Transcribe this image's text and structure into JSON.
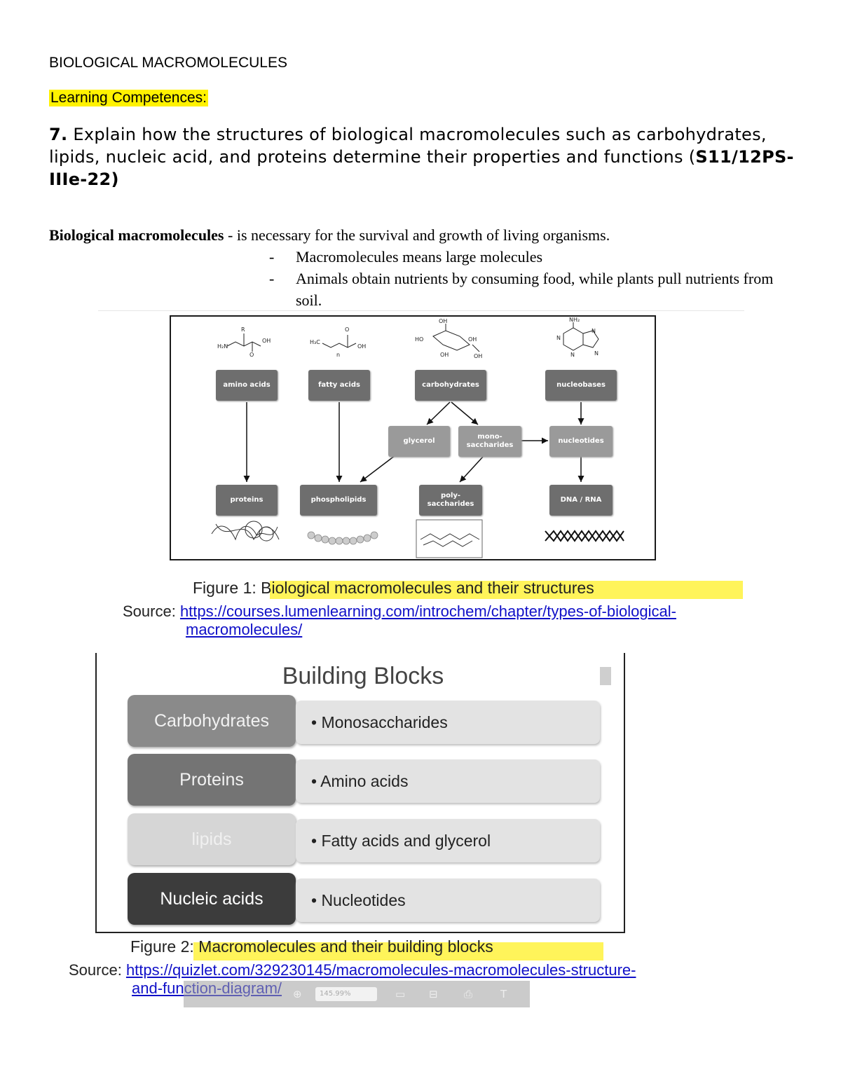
{
  "heading": "BIOLOGICAL MACROMOLECULES",
  "competences_label": "Learning Competences:",
  "objective": {
    "number": "7.",
    "text": " Explain how the structures of biological macromolecules such as carbohydrates, lipids, nucleic acid, and proteins determine their properties and functions (",
    "code": "S11/12PS-IIIe-22)"
  },
  "definition": {
    "term": "Biological macromolecules",
    "text": " - is necessary for the survival and growth of living organisms.",
    "bullets": [
      "Macromolecules means large molecules",
      "Animals obtain nutrients by consuming food, while plants pull nutrients from soil."
    ],
    "dash": "-"
  },
  "figure1": {
    "nodes": {
      "amino_acids": "amino acids",
      "fatty_acids": "fatty acids",
      "carbohydrates": "carbohydrates",
      "nucleobases": "nucleobases",
      "glycerol": "glycerol",
      "monosaccharides": "mono-\nsaccharides",
      "nucleotides": "nucleotides",
      "proteins": "proteins",
      "phospholipids": "phospholipids",
      "polysaccharides": "poly-\nsaccharides",
      "dna_rna": "DNA / RNA"
    },
    "chem_labels": {
      "aa_r": "R",
      "aa_h2n": "H₂N",
      "aa_oh": "OH",
      "aa_o": "O",
      "fa_h3c": "H₃C",
      "fa_o": "O",
      "fa_oh": "OH",
      "fa_n": "n",
      "sugar_oh_top": "OH",
      "sugar_ho": "HO",
      "sugar_oh1": "OH",
      "sugar_oh2": "OH",
      "sugar_oh3": "OH",
      "base_nh2": "NH₂",
      "base_n1": "N",
      "base_n2": "N",
      "base_n3": "N",
      "base_n4": "N"
    },
    "caption_prefix": "Figure 1: ",
    "caption": "Biological macromolecules and their structures",
    "source_label": "Source: ",
    "source_url_line1": "https://courses.lumenlearning.com/introchem/chapter/types-of-biological-",
    "source_url_line2": "macromolecules/"
  },
  "figure2": {
    "title": "Building Blocks",
    "rows": [
      {
        "label": "Carbohydrates",
        "value": "• Monosaccharides",
        "bg": "#8a8a8a",
        "fg": "#f2f2f2"
      },
      {
        "label": "Proteins",
        "value": "• Amino acids",
        "bg": "#747474",
        "fg": "#f2f2f2"
      },
      {
        "label": "lipids",
        "value": "• Fatty acids and glycerol",
        "bg": "#d6d6d6",
        "fg": "#f0f0f0"
      },
      {
        "label": "Nucleic acids",
        "value": "• Nucleotides",
        "bg": "#3c3c3c",
        "fg": "#ffffff"
      }
    ],
    "caption_prefix": "Figure 2",
    "caption": ": Macromolecules and their building blocks",
    "source_label": "Source: ",
    "source_url_line1": "https://quizlet.com/329230145/macromolecules-macromolecules-structure-",
    "source_url_line2": "and-function-diagram/"
  },
  "toolbar": {
    "zoom_value": "145.99%"
  },
  "colors": {
    "highlight": "#fff200",
    "caption_highlight": "#fff45a",
    "link": "#1010c8"
  }
}
